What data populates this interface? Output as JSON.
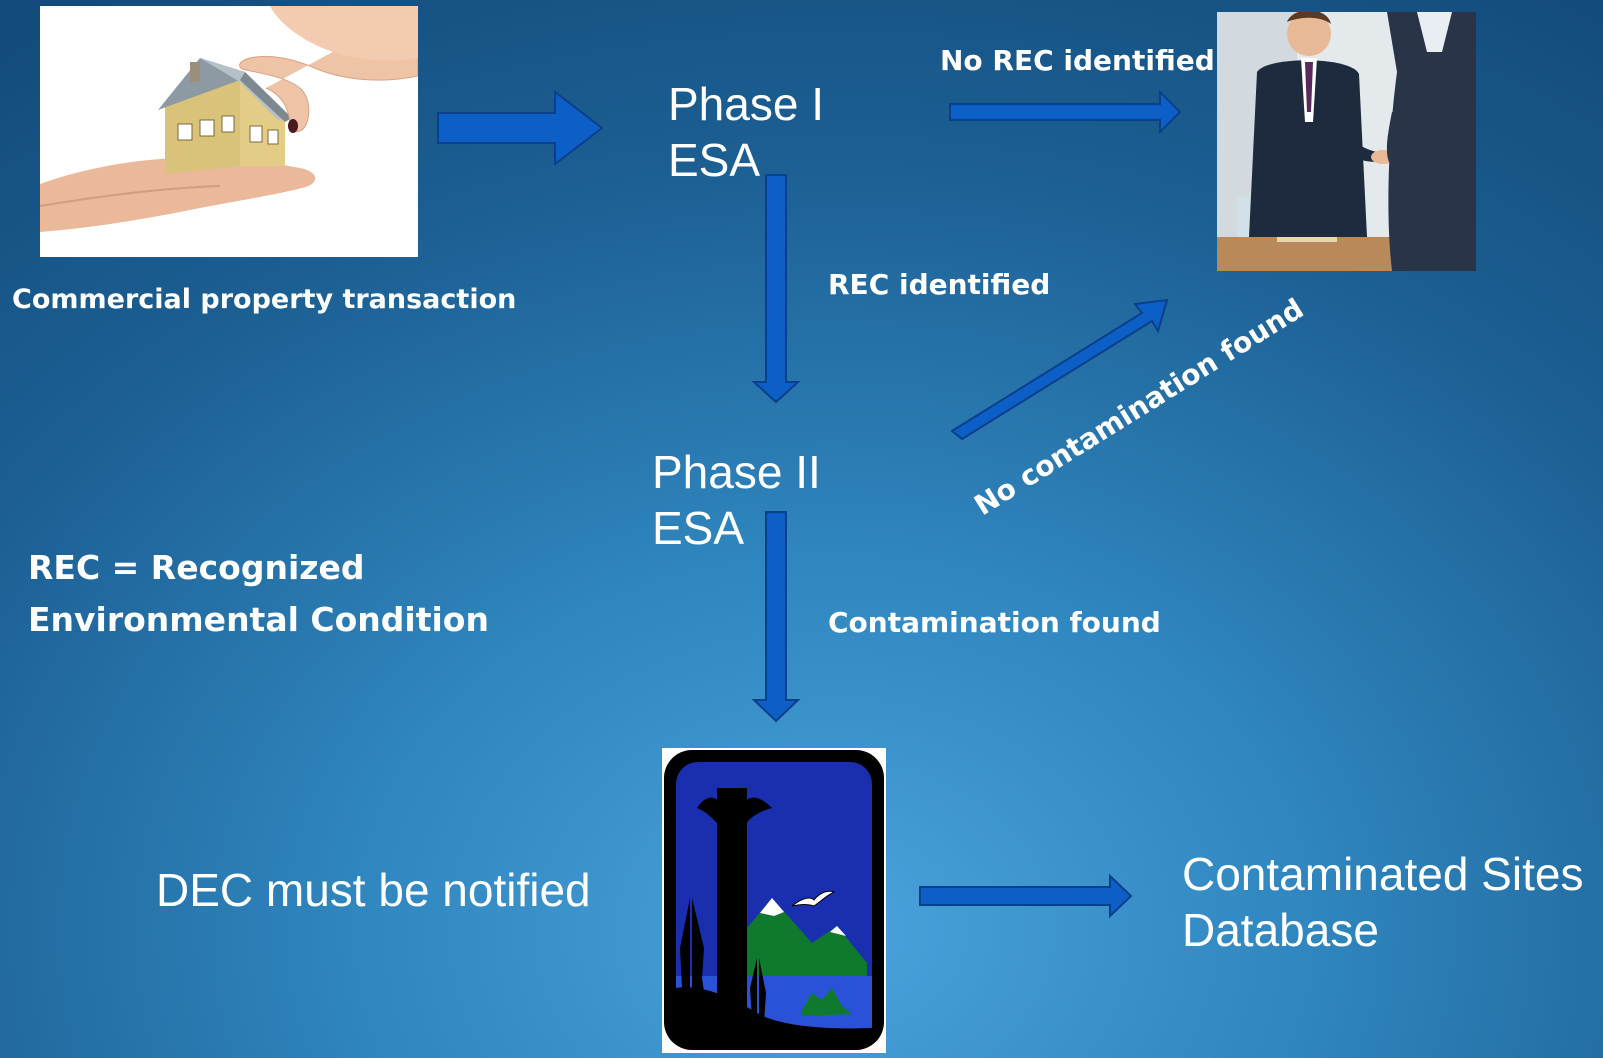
{
  "caption_transaction": "Commercial property transaction",
  "phase1": {
    "line1": "Phase I",
    "line2": "ESA"
  },
  "phase2": {
    "line1": "Phase II",
    "line2": "ESA"
  },
  "label_no_rec": "No REC identified",
  "label_rec": "REC identified",
  "label_no_contamination": "No contamination found",
  "label_contamination": "Contamination found",
  "definition": {
    "line1": "REC = Recognized",
    "line2": "Environmental Condition"
  },
  "dec_notified": "DEC must be notified",
  "database": {
    "line1": "Contaminated Sites",
    "line2": "Database"
  },
  "colors": {
    "arrow_fill": "#0d5fc8",
    "arrow_stroke": "#0a3f8a",
    "text": "#ffffff"
  }
}
